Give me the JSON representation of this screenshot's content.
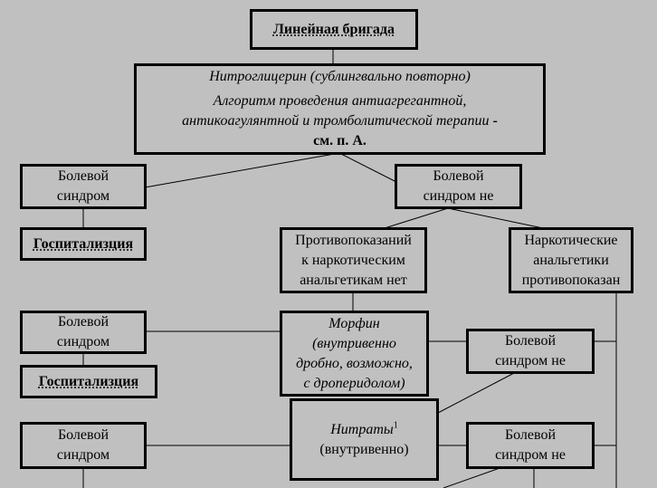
{
  "nodes": {
    "lineynaya": {
      "text": "Линейная бригада"
    },
    "nitroglitserin": {
      "line1": "Нитроглицерин (сублингвально повторно)",
      "line2": "Алгоритм проведения антиагрегантной,",
      "line3a": "антикоагулянтной и тромболитической терапии",
      "line3b": " -",
      "line4": "см. п. А."
    },
    "bol1": {
      "line1": "Болевой",
      "line2": "синдром"
    },
    "bol_ne1": {
      "line1": "Болевой",
      "line2": "синдром не"
    },
    "gosp1": {
      "text": "Госпитализция"
    },
    "protiv_net": {
      "line1": "Противопоказаний",
      "line2": "к наркотическим",
      "line3": "анальгетикам нет"
    },
    "narkot_protiv": {
      "line1": "Наркотические",
      "line2": "анальгетики",
      "line3": "противопоказан"
    },
    "bol2": {
      "line1": "Болевой",
      "line2": "синдром"
    },
    "morfin": {
      "line1": "Морфин",
      "line2": "(внутривенно",
      "line3": "дробно, возможно,",
      "line4": "с дроперидолом)"
    },
    "bol_ne2": {
      "line1": "Болевой",
      "line2": "синдром не"
    },
    "gosp2": {
      "text": "Госпитализция"
    },
    "bol3": {
      "line1": "Болевой",
      "line2": "синдром"
    },
    "nitraty": {
      "line1": "Нитраты",
      "sup": "1",
      "line2": "(внутривенно)"
    },
    "bol_ne3": {
      "line1": "Болевой",
      "line2": "синдром не"
    }
  },
  "colors": {
    "background": "#c0c0c0",
    "border": "#000000"
  }
}
